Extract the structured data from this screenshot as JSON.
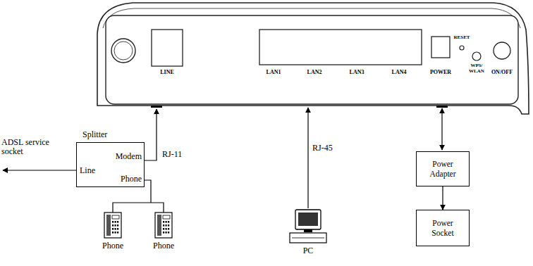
{
  "diagram": {
    "nodes": [
      {
        "text": [
          "Splitter",
          "Line",
          "Modem",
          "Phone"
        ]
      },
      {
        "text": [
          "Power Adapter"
        ]
      },
      {
        "text": [
          "Power Socket"
        ]
      }
    ],
    "edges": [
      {
        "from": 1,
        "to": 2,
        "arrow": "to"
      }
    ],
    "labels": [
      "LINE",
      "LAN1",
      "LAN2",
      "LAN3",
      "LAN4",
      "POWER",
      "RESET",
      "WPS/ WLAN",
      "ON/OFF",
      "ADSL service socket",
      "RJ-11",
      "RJ-45",
      "Phone",
      "Phone",
      "PC"
    ]
  }
}
